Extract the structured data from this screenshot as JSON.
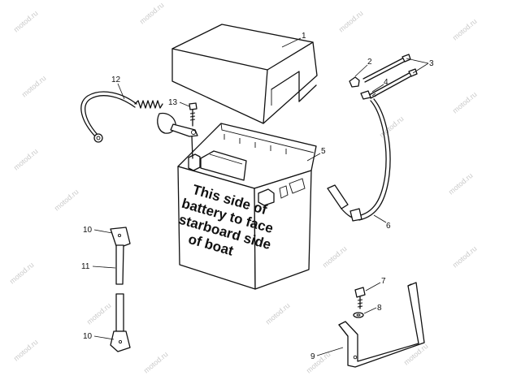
{
  "watermark": "motod.ru",
  "battery_text": [
    "This side of",
    "battery to face",
    "starboard side",
    "of boat"
  ],
  "callouts": {
    "c1": "1",
    "c2": "2",
    "c3": "3",
    "c4": "4",
    "c5": "5",
    "c6": "6",
    "c7": "7",
    "c8": "8",
    "c9": "9",
    "c10a": "10",
    "c10b": "10",
    "c11": "11",
    "c12": "12",
    "c13": "13"
  }
}
